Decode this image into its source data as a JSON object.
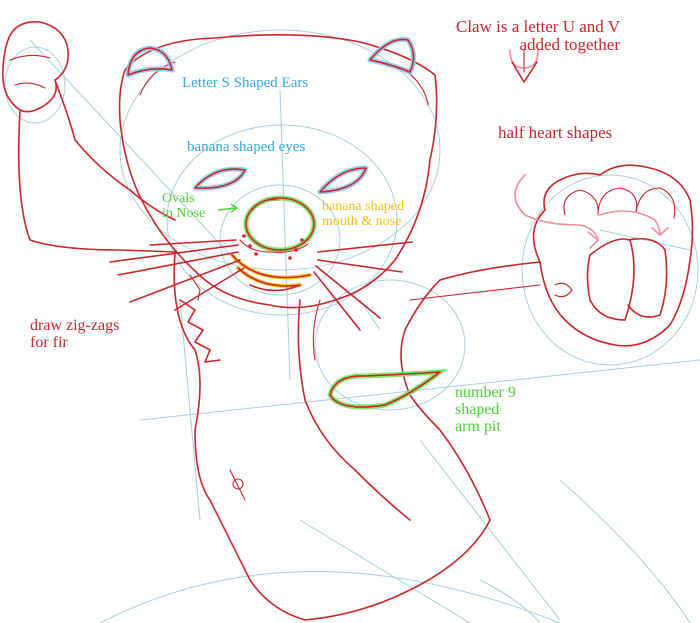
{
  "colors": {
    "ink_red": "#c9262c",
    "guide_blue": "#a9cfdc",
    "label_blue": "#3aa6dc",
    "label_green": "#4fd13a",
    "label_yellow": "#f3c01a",
    "label_red": "#c9262c"
  },
  "labels": {
    "ears": "Letter S Shaped Ears",
    "eyes": "banana shaped eyes",
    "nose_ovals": "Ovals\nin Nose",
    "mouth_nose": "banana shaped\nmouth & nose",
    "fur": "draw zig-zags\nfor fir",
    "armpit": "number 9\nshaped\narm pit",
    "half_hearts": "half heart shapes",
    "claw": "Claw is a letter U and V\nadded together"
  },
  "icons": {
    "claw_example": "u-v-claw-icon",
    "nose_arrow": "arrow-icon"
  }
}
